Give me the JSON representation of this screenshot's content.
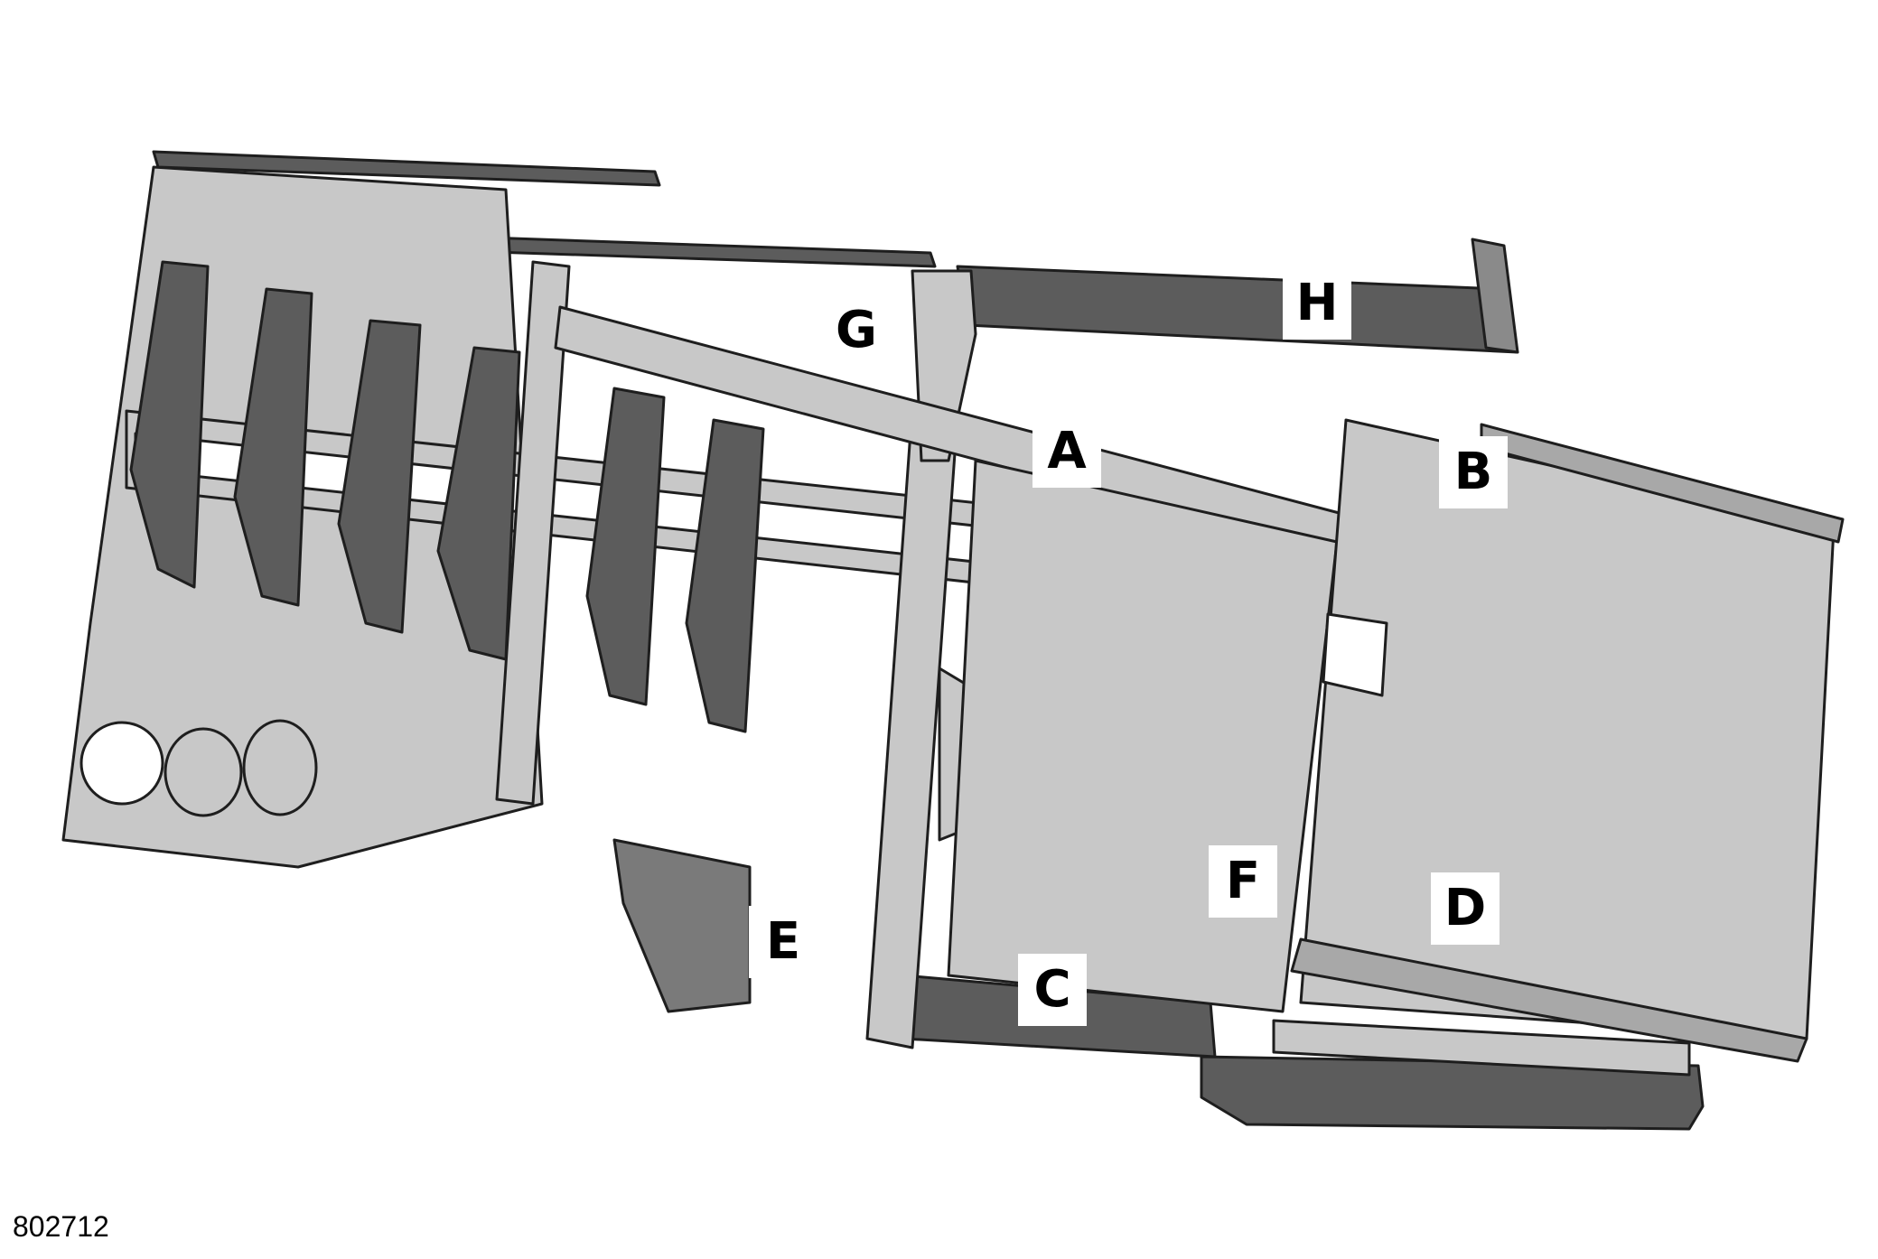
{
  "figure_id": "802712",
  "callouts": {
    "A": "A",
    "B": "B",
    "C": "C",
    "D": "D",
    "E": "E",
    "F": "F",
    "G": "G",
    "H": "H"
  },
  "colors": {
    "panel_light": "#c8c8c8",
    "panel_mid": "#a8a8a8",
    "panel_dark": "#5c5c5c",
    "line": "#1e1e1e",
    "background": "#ffffff"
  }
}
